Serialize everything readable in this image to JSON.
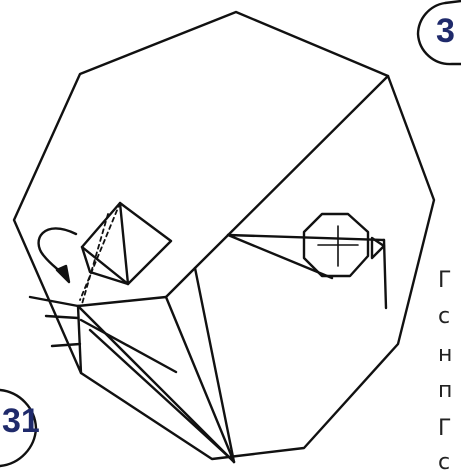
{
  "step_badges": {
    "left": "31",
    "right_partial": "3"
  },
  "text_fragments": [
    "Г",
    "с",
    "н",
    "п",
    "Г",
    "с"
  ],
  "colors": {
    "badge_text": "#1f2a6b",
    "line": "#111111"
  }
}
